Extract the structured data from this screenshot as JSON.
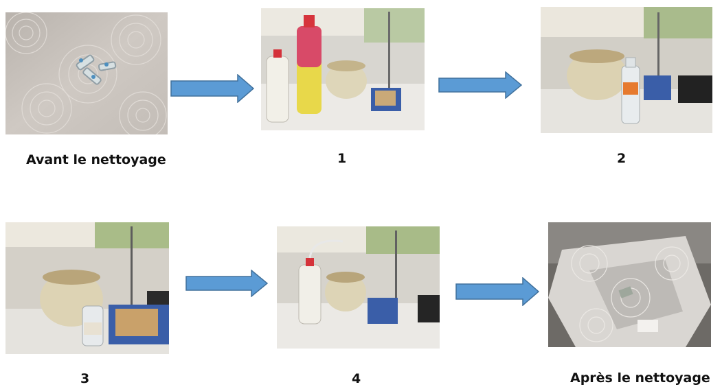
{
  "steps": [
    {
      "caption": "Avant le nettoyage"
    },
    {
      "caption": "1"
    },
    {
      "caption": "2"
    },
    {
      "caption": "3"
    },
    {
      "caption": "4"
    },
    {
      "caption": "Après le nettoyage"
    }
  ],
  "colors": {
    "arrow_fill": "#5b9bd5",
    "arrow_stroke": "#41719c",
    "caption_text": "#111111"
  }
}
